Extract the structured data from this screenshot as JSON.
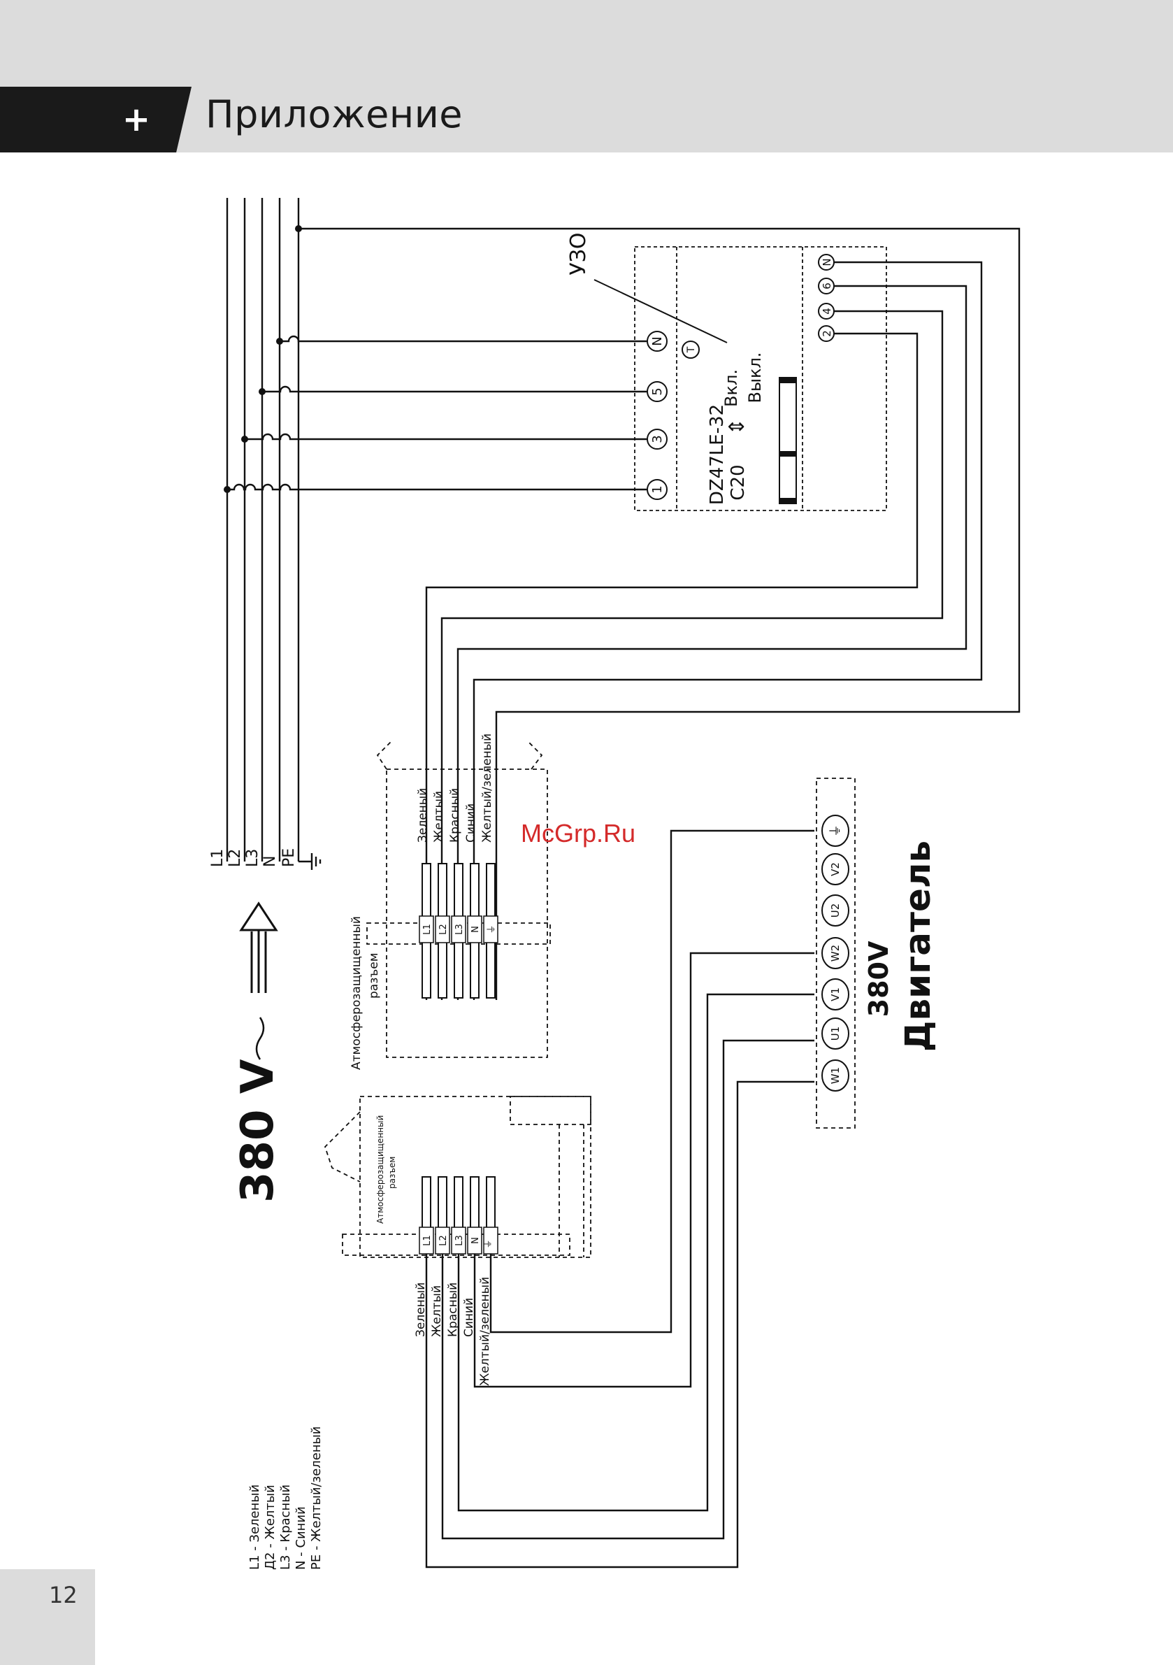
{
  "header": {
    "plus_symbol": "+",
    "title": "Приложение"
  },
  "page_number": "12",
  "supply": {
    "voltage_label": "380 V",
    "lines": [
      "L1",
      "L2",
      "L3",
      "N",
      "PE"
    ]
  },
  "rcd": {
    "label": "УЗО",
    "model": "DZ47LE-32",
    "rating": "C20",
    "on_label": "Вкл.",
    "off_label": "Выкл.",
    "test_button": "T",
    "input_terminals": [
      "1",
      "3",
      "5",
      "N"
    ],
    "output_terminals": [
      "2",
      "4",
      "6",
      "N"
    ]
  },
  "connector_1": {
    "title_line1": "Атмосферозащищенный",
    "title_line2": "разъем",
    "pins": [
      "L1",
      "L2",
      "L3",
      "N",
      "⏚"
    ],
    "wires": [
      "Зеленый",
      "Желтый",
      "Красный",
      "Синий",
      "Желтый/зеленый"
    ]
  },
  "connector_2": {
    "title_line1": "Атмосферозащищенный",
    "title_line2": "разъем",
    "pins": [
      "L1",
      "L2",
      "L3",
      "N",
      "⏚"
    ],
    "wires": [
      "Зеленый",
      "Желтый",
      "Красный",
      "Синий",
      "Желтый/зеленый"
    ]
  },
  "motor": {
    "label": "Двигатель",
    "voltage": "380V",
    "terminals": [
      "W1",
      "U1",
      "V1",
      "W2",
      "U2",
      "V2",
      "⏚"
    ]
  },
  "legend": [
    "L1 - Зеленый",
    "Д2 - Желтый",
    "L3 - Красный",
    "N - Синий",
    "PE - Желтый/зеленый"
  ],
  "watermark": "McGrp.Ru"
}
